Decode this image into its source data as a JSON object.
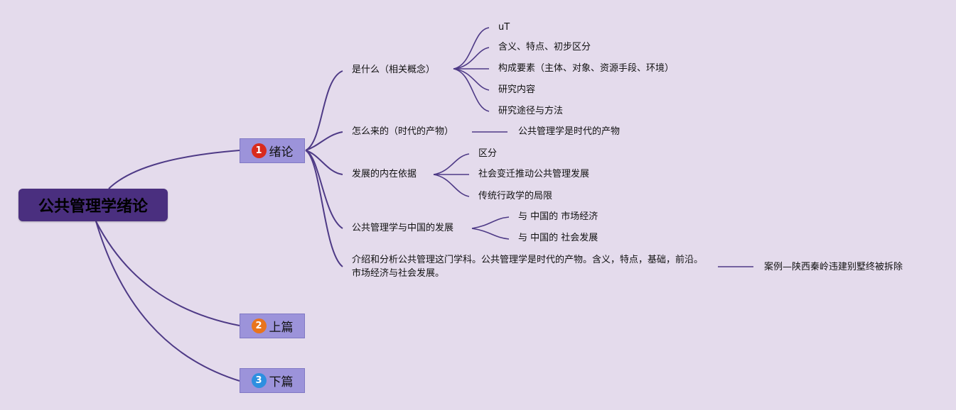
{
  "root": {
    "label": "公共管理学绪论"
  },
  "branches": [
    {
      "num": "1",
      "label": "绪论"
    },
    {
      "num": "2",
      "label": "上篇"
    },
    {
      "num": "3",
      "label": "下篇"
    }
  ],
  "topics": {
    "what": {
      "label": "是什么（相关概念）",
      "children": [
        "uT",
        "含义、特点、初步区分",
        "构成要素（主体、对象、资源手段、环境）",
        "研究内容",
        "研究途径与方法"
      ]
    },
    "origin": {
      "label": "怎么来的（时代的产物）",
      "children": [
        "公共管理学是时代的产物"
      ]
    },
    "basis": {
      "label": "发展的内在依据",
      "children": [
        "区分",
        "社会变迁推动公共管理发展",
        "传统行政学的局限"
      ]
    },
    "china": {
      "label": "公共管理学与中国的发展",
      "children": [
        "与 中国的 市场经济",
        "与 中国的 社会发展"
      ]
    },
    "intro": {
      "label": "介绍和分析公共管理这门学科。公共管理学是时代的产物。含义，特点，基础，前沿。市场经济与社会发展。",
      "children": [
        "案例—陕西秦岭违建别墅终被拆除"
      ]
    }
  }
}
